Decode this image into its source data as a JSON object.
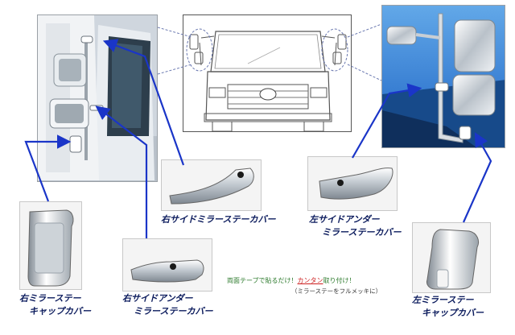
{
  "labels": {
    "right_side_mirror_stay_cover": "右サイドミラーステーカバー",
    "left_side_under_line1": "左サイドアンダー",
    "left_side_under_line2": "ミラーステーカバー",
    "right_mirror_stay_cap_line1": "右ミラーステー",
    "right_mirror_stay_cap_line2": "キャップカバー",
    "right_side_under_line1": "右サイドアンダー",
    "right_side_under_line2": "ミラーステーカバー",
    "left_mirror_stay_cap_line1": "左ミラーステー",
    "left_mirror_stay_cap_line2": "キャップカバー"
  },
  "note": {
    "part1": "両面テープで貼るだけ！",
    "part2": "カンタン",
    "part3": "取り付け！",
    "sub": "（ミラーステーをフルメッキに）"
  },
  "colors": {
    "arrow": "#1a35c8",
    "label": "#0a1a5c",
    "dashed_ellipse": "#6a78b0",
    "sky": "#1d63c4",
    "chrome": "#d8dde2"
  }
}
